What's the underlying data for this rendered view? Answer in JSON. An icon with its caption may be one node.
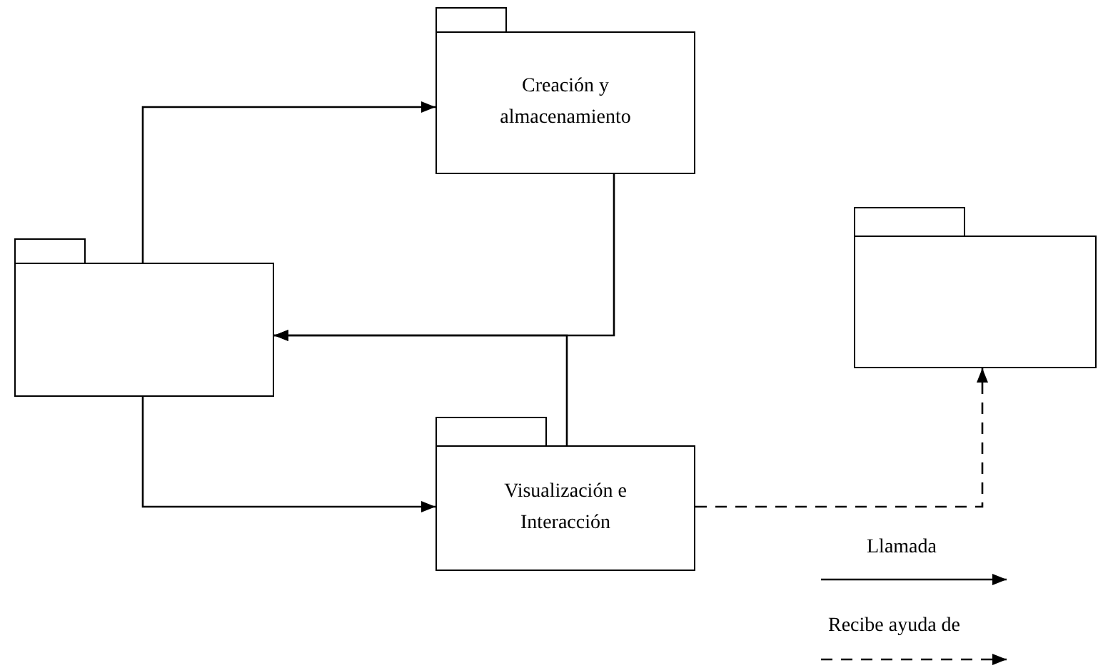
{
  "diagram": {
    "nodes": [
      {
        "text": [],
        "shape": "box"
      },
      {
        "text": [
          "Creación y almacenamiento"
        ]
      },
      {
        "text": [
          "Visualización e Interacción"
        ]
      },
      {
        "text": [],
        "shape": "box"
      }
    ],
    "edges": [
      {
        "from": 0,
        "to": 1,
        "arrow": "to"
      },
      {
        "from": 1,
        "to": 0,
        "arrow": "to"
      },
      {
        "from": 2,
        "to": 0,
        "arrow": "to"
      },
      {
        "from": 0,
        "to": 2,
        "arrow": "to"
      },
      {
        "from": 2,
        "to": 3,
        "arrow": "to",
        "style": "dashed"
      }
    ],
    "legend": [
      {
        "text": "Llamada"
      },
      {
        "text": "Recibe ayuda de"
      }
    ]
  }
}
